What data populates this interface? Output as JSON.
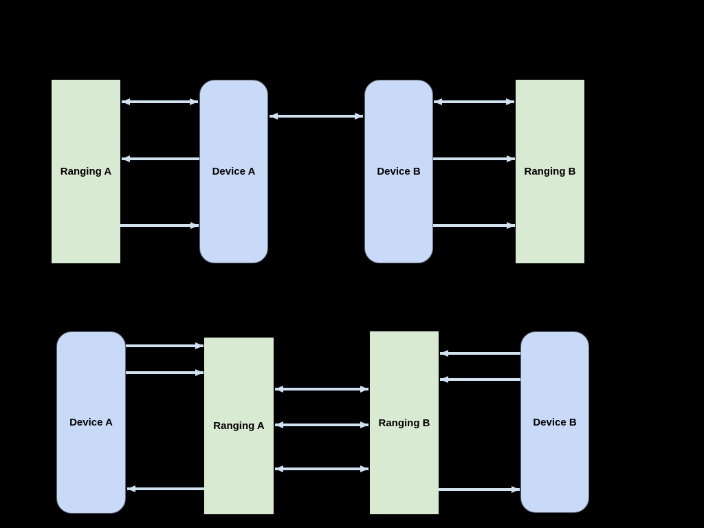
{
  "diagram": {
    "type": "block-diagram",
    "background": "#000000",
    "colors": {
      "ranging_node": "#d9ead3",
      "device_node": "#c9daf8",
      "arrow": "#cfe2f3",
      "label": "#000000"
    },
    "top_row": {
      "nodes": [
        {
          "label": "Ranging A",
          "kind": "ranging"
        },
        {
          "label": "Device A",
          "kind": "device"
        },
        {
          "label": "Device B",
          "kind": "device"
        },
        {
          "label": "Ranging B",
          "kind": "ranging"
        }
      ],
      "edges": [
        {
          "from": "Ranging A",
          "to": "Device A",
          "arrows": "both"
        },
        {
          "from": "Device A",
          "to": "Ranging A",
          "arrows": "single"
        },
        {
          "from": "Ranging A",
          "to": "Device A",
          "arrows": "single"
        },
        {
          "from": "Device A",
          "to": "Device B",
          "arrows": "both"
        },
        {
          "from": "Device B",
          "to": "Ranging B",
          "arrows": "both"
        },
        {
          "from": "Device B",
          "to": "Ranging B",
          "arrows": "single"
        },
        {
          "from": "Device B",
          "to": "Ranging B",
          "arrows": "single"
        }
      ]
    },
    "bottom_row": {
      "nodes": [
        {
          "label": "Device A",
          "kind": "device"
        },
        {
          "label": "Ranging A",
          "kind": "ranging"
        },
        {
          "label": "Ranging B",
          "kind": "ranging"
        },
        {
          "label": "Device B",
          "kind": "device"
        }
      ],
      "edges": [
        {
          "from": "Device A",
          "to": "Ranging A",
          "arrows": "single"
        },
        {
          "from": "Device A",
          "to": "Ranging A",
          "arrows": "single"
        },
        {
          "from": "Ranging A",
          "to": "Device A",
          "arrows": "single"
        },
        {
          "from": "Ranging A",
          "to": "Ranging B",
          "arrows": "both"
        },
        {
          "from": "Ranging A",
          "to": "Ranging B",
          "arrows": "both"
        },
        {
          "from": "Ranging A",
          "to": "Ranging B",
          "arrows": "both"
        },
        {
          "from": "Device B",
          "to": "Ranging B",
          "arrows": "single"
        },
        {
          "from": "Device B",
          "to": "Ranging B",
          "arrows": "single"
        },
        {
          "from": "Ranging B",
          "to": "Device B",
          "arrows": "single"
        }
      ]
    }
  }
}
